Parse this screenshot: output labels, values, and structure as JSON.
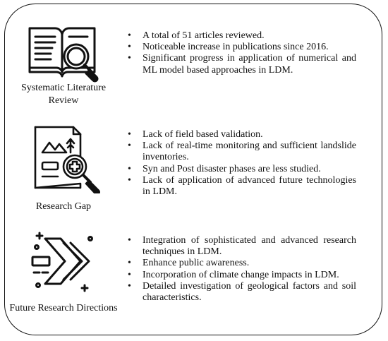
{
  "sections": [
    {
      "icon": "book-magnifier-icon",
      "label": "Systematic Literature Review",
      "points": [
        "A total of 51 articles reviewed.",
        "Noticeable increase in publications since 2016.",
        "Significant progress in application of numerical and ML model based approaches in LDM."
      ]
    },
    {
      "icon": "report-magnifier-icon",
      "label": "Research Gap",
      "points": [
        "Lack of field based validation.",
        "Lack of real-time monitoring and sufficient landslide inventories.",
        "Syn and Post disaster phases are less studied.",
        "Lack of application of advanced future technologies in LDM."
      ]
    },
    {
      "icon": "forward-chevrons-icon",
      "label": "Future Research Directions",
      "points": [
        "Integration of sophisticated and advanced research techniques in LDM.",
        "Enhance public awareness.",
        "Incorporation of climate change impacts in LDM.",
        "Detailed investigation of geological factors and soil characteristics."
      ]
    }
  ]
}
